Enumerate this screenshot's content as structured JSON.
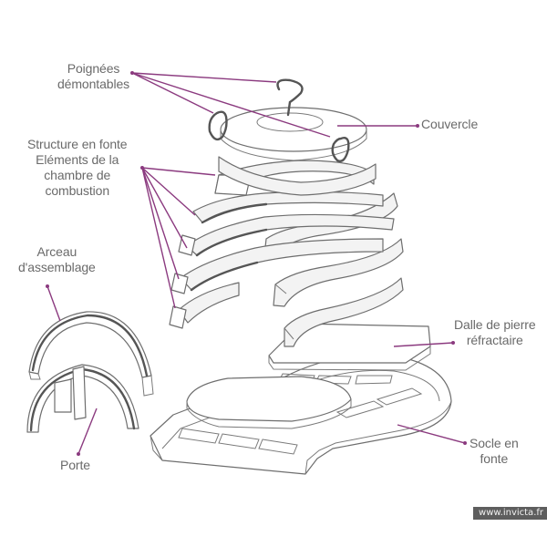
{
  "labels": {
    "poignees": [
      "Poignées",
      "démontables"
    ],
    "couvercle": "Couvercle",
    "structure": [
      "Structure en fonte",
      "Eléments de la",
      "chambre de",
      "combustion"
    ],
    "arceau": [
      "Arceau",
      "d'assemblage"
    ],
    "dalle": [
      "Dalle de pierre",
      "réfractaire"
    ],
    "socle": [
      "Socle en",
      "fonte"
    ],
    "porte": "Porte"
  },
  "watermark": "www.invicta.fr",
  "colors": {
    "leader": "#8b3a7f",
    "label_text": "#6a6a6a",
    "outline": "#6e6e6e",
    "watermark_bg": "#5e5e5e"
  }
}
